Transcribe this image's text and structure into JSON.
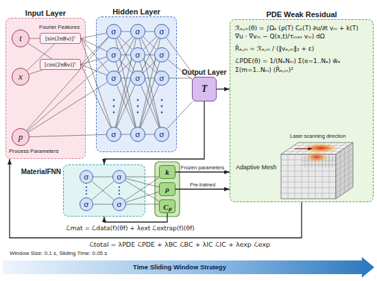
{
  "diagram": {
    "nodes": [
      {
        "text": [
          "Input Layer"
        ]
      },
      {
        "text": [
          "t"
        ],
        "in": 0
      },
      {
        "text": [
          "x"
        ],
        "in": 0
      },
      {
        "text": [
          "[sin(2πBv)]ᵀ"
        ],
        "in": 0
      },
      {
        "text": [
          "[cos(2πBv)]ᵀ"
        ],
        "in": 0
      },
      {
        "text": [
          "p"
        ],
        "in": 0
      },
      {
        "text": [
          "Hidden Layer"
        ]
      },
      {
        "text": [
          "σ"
        ],
        "in": 6
      },
      {
        "text": [
          "σ"
        ],
        "in": 6
      },
      {
        "text": [
          "σ"
        ],
        "in": 6
      },
      {
        "text": [
          "σ"
        ],
        "in": 6
      },
      {
        "text": [
          "σ"
        ],
        "in": 6
      },
      {
        "text": [
          "σ"
        ],
        "in": 6
      },
      {
        "text": [
          "σ"
        ],
        "in": 6
      },
      {
        "text": [
          "σ"
        ],
        "in": 6
      },
      {
        "text": [
          "σ"
        ],
        "in": 6
      },
      {
        "text": [
          "σ"
        ],
        "in": 6
      },
      {
        "text": [
          "σ"
        ],
        "in": 6
      },
      {
        "text": [
          "σ"
        ],
        "in": 6
      },
      {
        "text": [
          "Output Layer",
          "T"
        ]
      },
      {
        "text": [
          "PDE Weak Residual",
          "ℛₑ,ₘ(θ) = ∫Ωₑ (ρ(T) Cₚ(T) ∂u/∂t vₘ + k(T) ∇u · ∇vₘ − Q(x,t)/τₘₐₓ vₘ) dΩ",
          "R̃ₑ,ₘ = ℛₑ,ₘ / (‖vₑ,ₘ‖₂ + ε)",
          "ℒPDE(θ) = 1/(NₑNₘ) Σ(e=1..Nₑ) w̃ₑ Σ(m=1..Nₘ) (R̃ₑ,ₘ)²",
          "Adaptive Mesh"
        ]
      },
      {
        "text": [
          "MaterialFNN"
        ]
      },
      {
        "text": [
          "σ"
        ],
        "in": 21
      },
      {
        "text": [
          "σ"
        ],
        "in": 21
      },
      {
        "text": [
          "σ"
        ],
        "in": 21
      },
      {
        "text": [
          "σ"
        ],
        "in": 21
      },
      {
        "text": [
          "k"
        ]
      },
      {
        "text": [
          "ρ"
        ]
      },
      {
        "text": [
          "Cₚ"
        ]
      }
    ],
    "edges": [
      {
        "from": 1,
        "to": 3,
        "arrow": "none"
      },
      {
        "from": 1,
        "to": 4,
        "arrow": "none"
      },
      {
        "from": 2,
        "to": 3,
        "arrow": "none"
      },
      {
        "from": 2,
        "to": 4,
        "arrow": "none"
      },
      {
        "from": 3,
        "to": 7,
        "arrow": "none"
      },
      {
        "from": 3,
        "to": 8,
        "arrow": "none"
      },
      {
        "from": 3,
        "to": 9,
        "arrow": "none"
      },
      {
        "from": 3,
        "to": 10,
        "arrow": "none"
      },
      {
        "from": 4,
        "to": 7,
        "arrow": "none"
      },
      {
        "from": 4,
        "to": 8,
        "arrow": "none"
      },
      {
        "from": 4,
        "to": 9,
        "arrow": "none"
      },
      {
        "from": 4,
        "to": 10,
        "arrow": "none"
      },
      {
        "from": 5,
        "to": 7,
        "arrow": "none"
      },
      {
        "from": 5,
        "to": 8,
        "arrow": "none"
      },
      {
        "from": 5,
        "to": 9,
        "arrow": "none"
      },
      {
        "from": 5,
        "to": 10,
        "arrow": "none"
      },
      {
        "from": 7,
        "to": 11,
        "arrow": "none"
      },
      {
        "from": 7,
        "to": 12,
        "arrow": "none"
      },
      {
        "from": 7,
        "to": 13,
        "arrow": "none"
      },
      {
        "from": 7,
        "to": 14,
        "arrow": "none"
      },
      {
        "from": 8,
        "to": 11,
        "arrow": "none"
      },
      {
        "from": 8,
        "to": 12,
        "arrow": "none"
      },
      {
        "from": 8,
        "to": 13,
        "arrow": "none"
      },
      {
        "from": 8,
        "to": 14,
        "arrow": "none"
      },
      {
        "from": 9,
        "to": 11,
        "arrow": "none"
      },
      {
        "from": 9,
        "to": 12,
        "arrow": "none"
      },
      {
        "from": 9,
        "to": 13,
        "arrow": "none"
      },
      {
        "from": 9,
        "to": 14,
        "arrow": "none"
      },
      {
        "from": 10,
        "to": 11,
        "arrow": "none"
      },
      {
        "from": 10,
        "to": 12,
        "arrow": "none"
      },
      {
        "from": 10,
        "to": 13,
        "arrow": "none"
      },
      {
        "from": 10,
        "to": 14,
        "arrow": "none"
      },
      {
        "from": 11,
        "to": 15,
        "arrow": "none"
      },
      {
        "from": 11,
        "to": 16,
        "arrow": "none"
      },
      {
        "from": 11,
        "to": 17,
        "arrow": "none"
      },
      {
        "from": 11,
        "to": 18,
        "arrow": "none"
      },
      {
        "from": 12,
        "to": 15,
        "arrow": "none"
      },
      {
        "from": 12,
        "to": 16,
        "arrow": "none"
      },
      {
        "from": 12,
        "to": 17,
        "arrow": "none"
      },
      {
        "from": 12,
        "to": 18,
        "arrow": "none"
      },
      {
        "from": 13,
        "to": 15,
        "arrow": "none"
      },
      {
        "from": 13,
        "to": 16,
        "arrow": "none"
      },
      {
        "from": 13,
        "to": 17,
        "arrow": "none"
      },
      {
        "from": 13,
        "to": 18,
        "arrow": "none"
      },
      {
        "from": 14,
        "to": 15,
        "arrow": "none"
      },
      {
        "from": 14,
        "to": 16,
        "arrow": "none"
      },
      {
        "from": 14,
        "to": 17,
        "arrow": "none"
      },
      {
        "from": 14,
        "to": 18,
        "arrow": "none"
      },
      {
        "from": 15,
        "to": 19,
        "arrow": "none"
      },
      {
        "from": 16,
        "to": 19,
        "arrow": "none"
      },
      {
        "from": 17,
        "to": 19,
        "arrow": "none"
      },
      {
        "from": 18,
        "to": 19,
        "arrow": "none"
      },
      {
        "from": 19,
        "to": 20,
        "arrow": "to"
      },
      {
        "from": 19,
        "to": 21,
        "arrow": "to"
      },
      {
        "from": 22,
        "to": 24,
        "arrow": "none"
      },
      {
        "from": 22,
        "to": 25,
        "arrow": "none"
      },
      {
        "from": 23,
        "to": 24,
        "arrow": "none"
      },
      {
        "from": 23,
        "to": 25,
        "arrow": "none"
      },
      {
        "from": 24,
        "to": 26,
        "arrow": "none"
      },
      {
        "from": 24,
        "to": 27,
        "arrow": "none"
      },
      {
        "from": 24,
        "to": 28,
        "arrow": "none"
      },
      {
        "from": 25,
        "to": 26,
        "arrow": "none"
      },
      {
        "from": 25,
        "to": 27,
        "arrow": "none"
      },
      {
        "from": 25,
        "to": 28,
        "arrow": "none"
      },
      {
        "from": 26,
        "to": 20,
        "label": "Frozen parameters",
        "arrow": "to"
      },
      {
        "from": 27,
        "to": 20,
        "label": "Pre-trained",
        "arrow": "to"
      },
      {
        "from": 28,
        "to": 21,
        "arrow": "to"
      },
      {
        "from": 20,
        "to": 0,
        "arrow": "to"
      }
    ],
    "labels": [
      "Fourier Features",
      "Process Parameters",
      "Laser scanning direction",
      "ℒmat = ℒdata(f)(θf) + λext ℒextrap(f)(θf)",
      "ℒtotal = λPDE ℒPDE + λBC ℒBC + λIC ℒIC + λexp ℒexp",
      "Window Size: 0.1 s, Sliding Time: 0.05 s",
      "Time Sliding Window Strategy"
    ]
  }
}
